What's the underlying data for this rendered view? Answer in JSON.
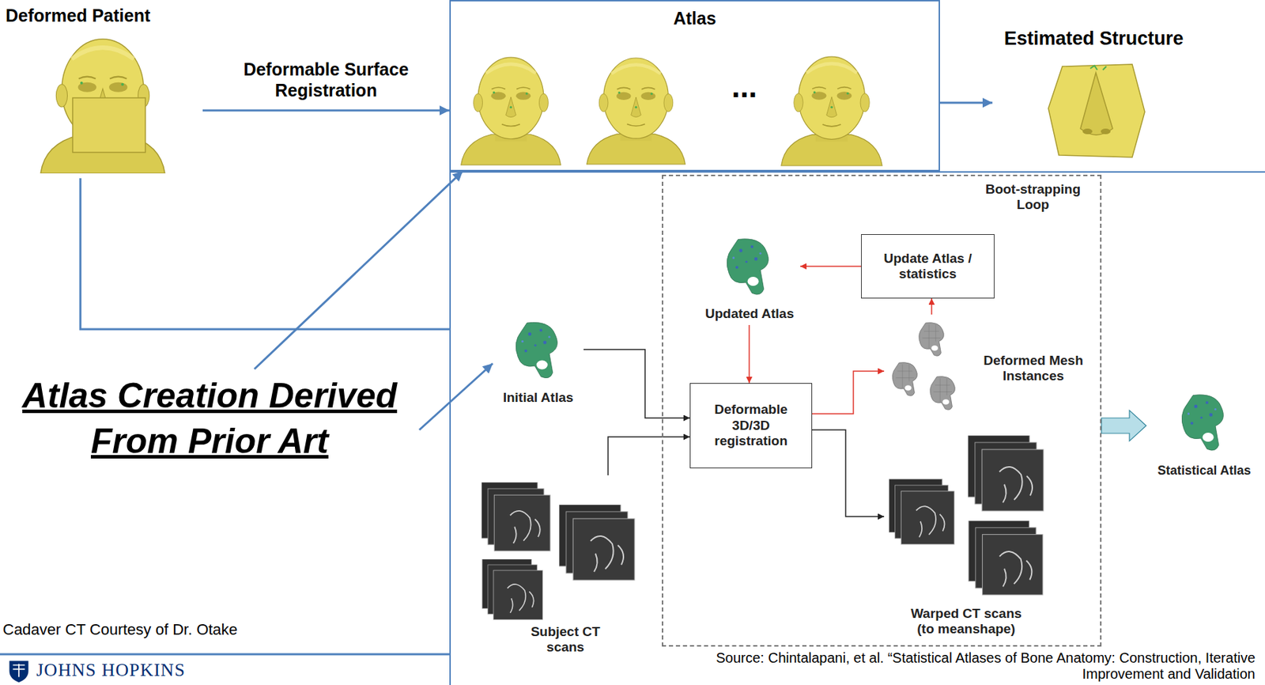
{
  "diagram": {
    "nodes": [
      {
        "text": [
          "Deformed Patient"
        ]
      },
      {
        "text": [
          "Atlas"
        ]
      },
      {
        "text": [
          "Estimated Structure"
        ]
      },
      {
        "text": [
          "Atlas Creation Derived From Prior Art"
        ]
      },
      {
        "text": [
          "Source: Chintalapani, et al. “Statistical Atlases of Bone Anatomy: Construction, Iterative Improvement and Validation"
        ]
      },
      {
        "text": [
          "Boot-strapping Loop"
        ],
        "in": 4
      },
      {
        "text": [
          "Initial Atlas"
        ],
        "in": 4
      },
      {
        "text": [
          "Subject CT scans"
        ],
        "in": 4
      },
      {
        "text": [
          "Deformable 3D/3D registration"
        ],
        "in": 5
      },
      {
        "text": [
          "Updated Atlas"
        ],
        "in": 5
      },
      {
        "text": [
          "Update Atlas / statistics"
        ],
        "in": 5
      },
      {
        "text": [
          "Deformed Mesh Instances"
        ],
        "in": 5
      },
      {
        "text": [
          "Warped CT scans (to meanshape)"
        ],
        "in": 5
      },
      {
        "text": [
          "Statistical Atlas"
        ],
        "in": 4
      }
    ],
    "edges": [
      {
        "from": 0,
        "to": 1,
        "arrow": "to",
        "label": "Deformable Surface Registration"
      },
      {
        "from": 1,
        "to": 2,
        "arrow": "to"
      },
      {
        "from": 0,
        "to": 4,
        "arrow": "none"
      },
      {
        "from": 3,
        "to": 1,
        "arrow": "to"
      },
      {
        "from": 3,
        "to": 6,
        "arrow": "to"
      },
      {
        "from": 6,
        "to": 8,
        "arrow": "to"
      },
      {
        "from": 7,
        "to": 8,
        "arrow": "to"
      },
      {
        "from": 9,
        "to": 8,
        "arrow": "to"
      },
      {
        "from": 8,
        "to": 11,
        "arrow": "to"
      },
      {
        "from": 11,
        "to": 10,
        "arrow": "to"
      },
      {
        "from": 10,
        "to": 9,
        "arrow": "to"
      },
      {
        "from": 8,
        "to": 12,
        "arrow": "to"
      },
      {
        "from": 5,
        "to": 13,
        "arrow": "to"
      }
    ],
    "labels": [
      "...",
      "Cadaver CT Courtesy of Dr. Otake",
      "JOHNS HOPKINS"
    ]
  }
}
